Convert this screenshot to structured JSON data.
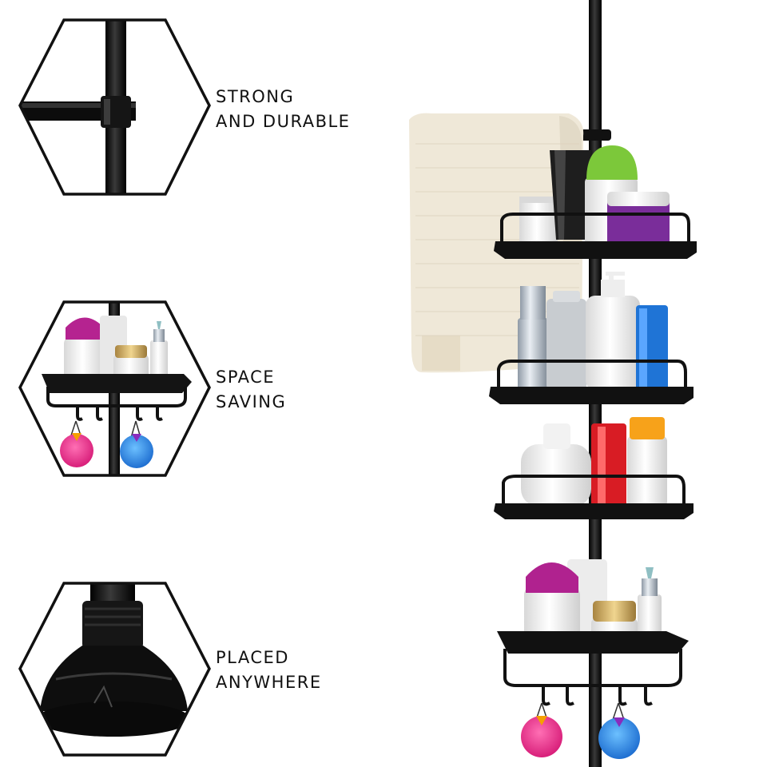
{
  "features": [
    {
      "line1": "STRONG",
      "line2": "AND DURABLE",
      "icon": "pole-joint-closeup-icon"
    },
    {
      "line1": "SPACE",
      "line2": "SAVING",
      "icon": "corner-shelf-closeup-icon"
    },
    {
      "line1": "PLACED",
      "line2": "ANYWHERE",
      "icon": "pole-base-foot-closeup-icon"
    }
  ],
  "colors": {
    "text": "#111111",
    "frame": "#111111",
    "towel": "#efe8d8",
    "loofah_pink": "#e8388f",
    "loofah_blue": "#2f8fe6",
    "cap_magenta": "#b0228f",
    "cap_green": "#7cc83a",
    "jar_purple": "#7a2d9a",
    "bottle_red": "#d81c24",
    "bottle_blue": "#1f74d6",
    "bottle_orange": "#f7a21a"
  }
}
